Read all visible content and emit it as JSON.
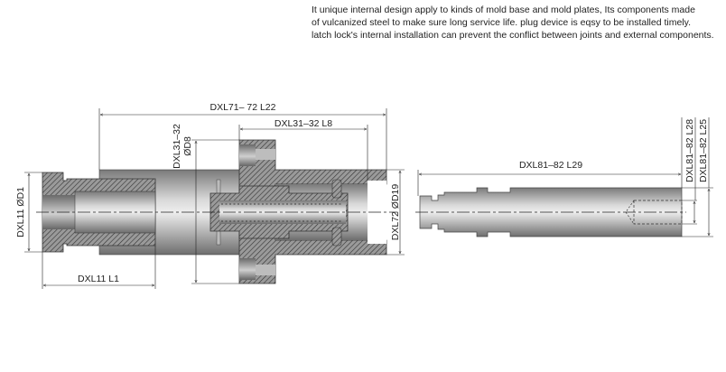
{
  "description": [
    "It unique internal design apply to kinds of mold base and  mold plates, Its components made",
    "of vulcanized steel to make sure long service life. plug device is eqsy to be installed timely.",
    "latch lock's internal installation can prevent the conflict between  joints and external components."
  ],
  "left_drawing": {
    "dim_overall_length": "DXL71– 72 L22",
    "dim_latch_length": "DXL31–32 L8",
    "dim_flange_diameter_line1": "DXL31–32",
    "dim_flange_diameter_line2": "ØD8",
    "dim_head_diameter": "DXL11 ØD1",
    "dim_head_length": "DXL11 L1",
    "dim_tube_diameter": "DXL72 ØD19"
  },
  "right_drawing": {
    "dim_pin_length": "DXL81–82 L29",
    "dim_bore_diameter": "DXL81–82 L28",
    "dim_pin_diameter": "DXL81–82 L25"
  },
  "colors": {
    "metal": "#8a8a8a",
    "hatch": "#333333",
    "line": "#222222"
  }
}
